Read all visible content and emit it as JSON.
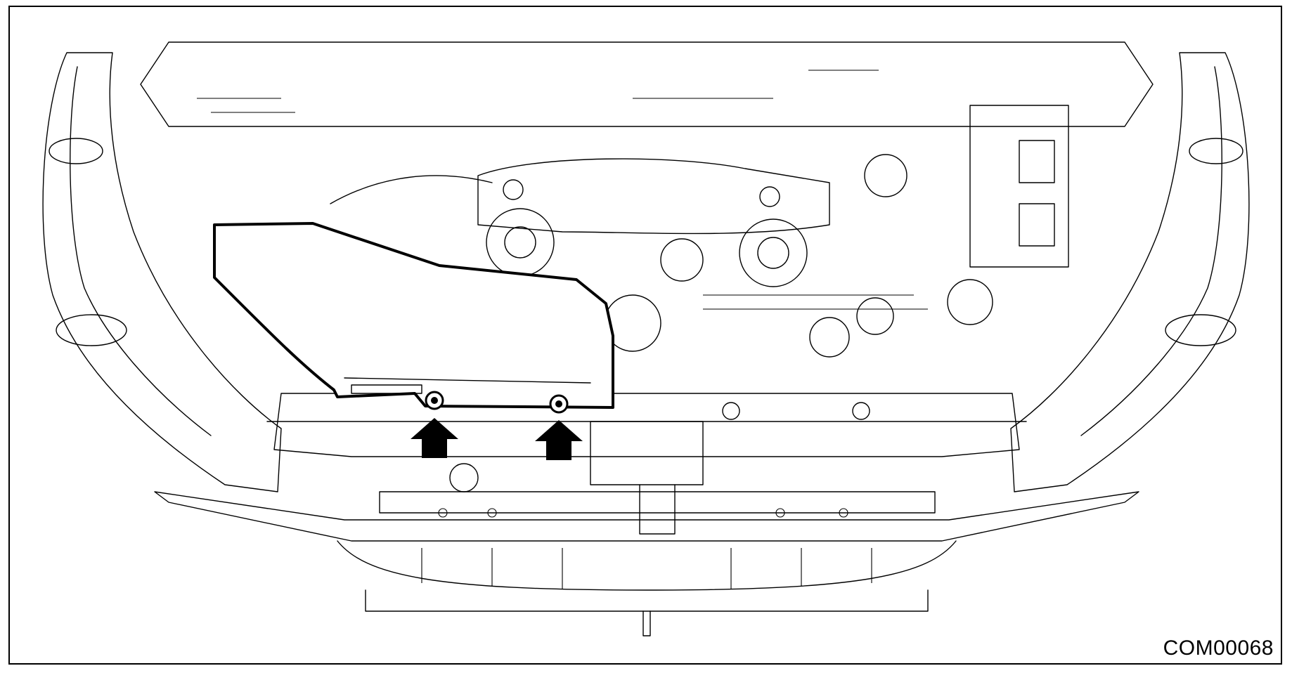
{
  "figure": {
    "code": "COM00068",
    "subject": "engine-bay-air-intake-duct",
    "callouts": [
      {
        "id": "left-bolt",
        "icon": "up-arrow-icon"
      },
      {
        "id": "right-bolt",
        "icon": "up-arrow-icon"
      }
    ]
  }
}
